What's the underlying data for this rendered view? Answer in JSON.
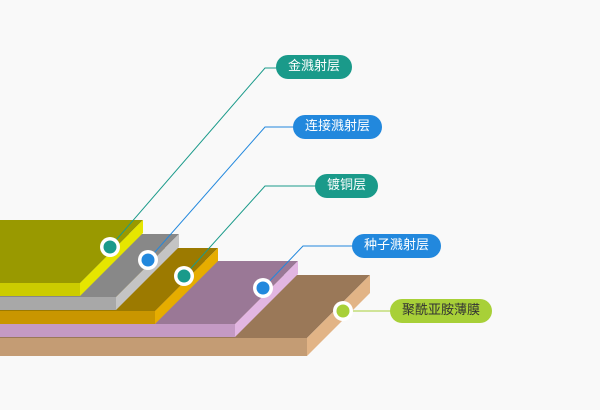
{
  "title": "Layered film structure diagram",
  "layers": [
    {
      "label": "金溅射层",
      "label_color": "#1a9a8a",
      "dot_color": "#1a9a8a",
      "top": "#999900",
      "side": "#e6e600",
      "front": "#cccc00"
    },
    {
      "label": "连接溅射层",
      "label_color": "#2288dd",
      "dot_color": "#2288dd",
      "top": "#888888",
      "side": "#c4c4c4",
      "front": "#a8a8a8"
    },
    {
      "label": "镀铜层",
      "label_color": "#1a9a8a",
      "dot_color": "#1a9a8a",
      "top": "#9c7a00",
      "side": "#e6ad00",
      "front": "#c99600"
    },
    {
      "label": "种子溅射层",
      "label_color": "#2288dd",
      "dot_color": "#2288dd",
      "top": "#9a7896",
      "side": "#e2b6e2",
      "front": "#c49ac4"
    },
    {
      "label": "聚酰亚胺薄膜",
      "label_color": "#a8d038",
      "dot_color": "#a8d038",
      "top": "#9a7858",
      "side": "#e2b486",
      "front": "#c49c74"
    }
  ]
}
